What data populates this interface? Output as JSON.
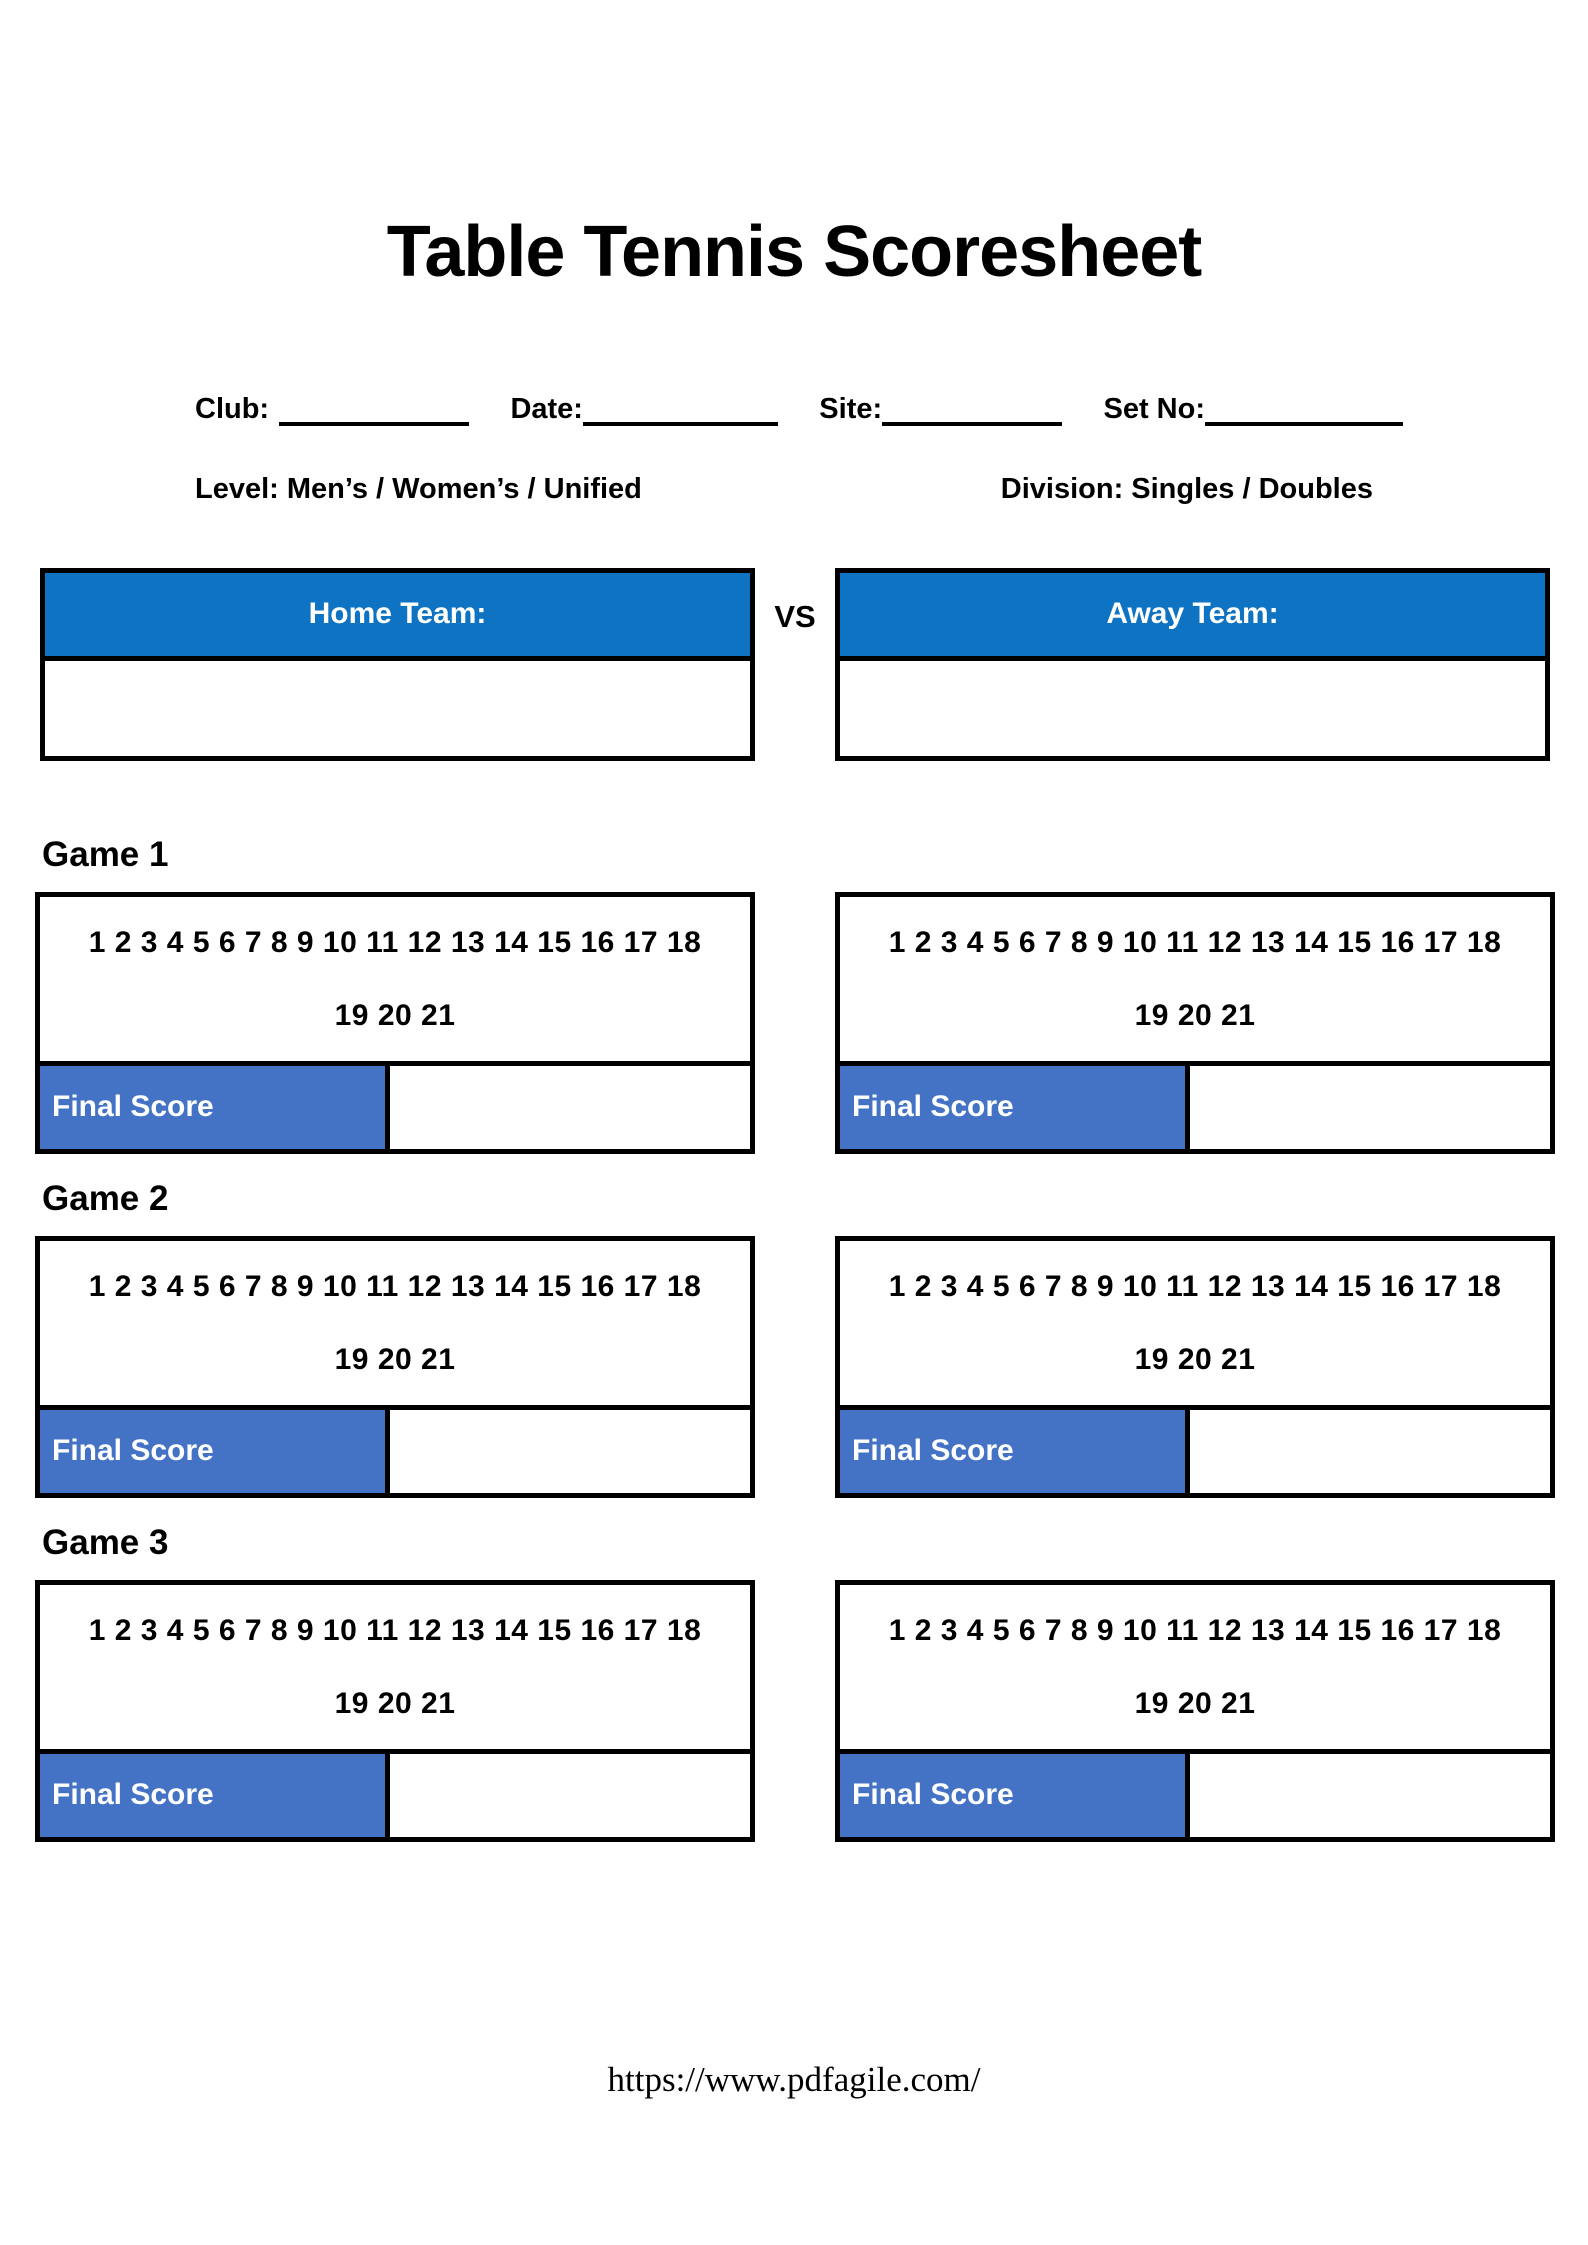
{
  "page": {
    "title": "Table Tennis Scoresheet",
    "footer_url": "https://www.pdfagile.com/"
  },
  "meta": {
    "club_label": "Club:",
    "date_label": "Date:",
    "site_label": "Site:",
    "set_no_label": "Set No:",
    "level_line": "Level: Men’s / Women’s / Unified",
    "division_line": "Division: Singles / Doubles"
  },
  "teams": {
    "home_label": "Home Team:",
    "vs_label": "VS",
    "away_label": "Away Team:"
  },
  "games": [
    {
      "label": "Game 1",
      "points_line1": "1 2 3 4 5 6 7 8 9 10 11 12 13 14 15 16 17 18",
      "points_line2": "19 20 21",
      "final_score_label": "Final Score"
    },
    {
      "label": "Game 2",
      "points_line1": "1 2 3 4 5 6 7 8 9 10 11 12 13 14 15 16 17 18",
      "points_line2": "19 20 21",
      "final_score_label": "Final Score"
    },
    {
      "label": "Game 3",
      "points_line1": "1 2 3 4 5 6 7 8 9 10 11 12 13 14 15 16 17 18",
      "points_line2": "19 20 21",
      "final_score_label": "Final Score"
    }
  ],
  "colors": {
    "header_blue": "#0D73C2",
    "score_blue": "#4472C4",
    "line_black": "#000000"
  }
}
